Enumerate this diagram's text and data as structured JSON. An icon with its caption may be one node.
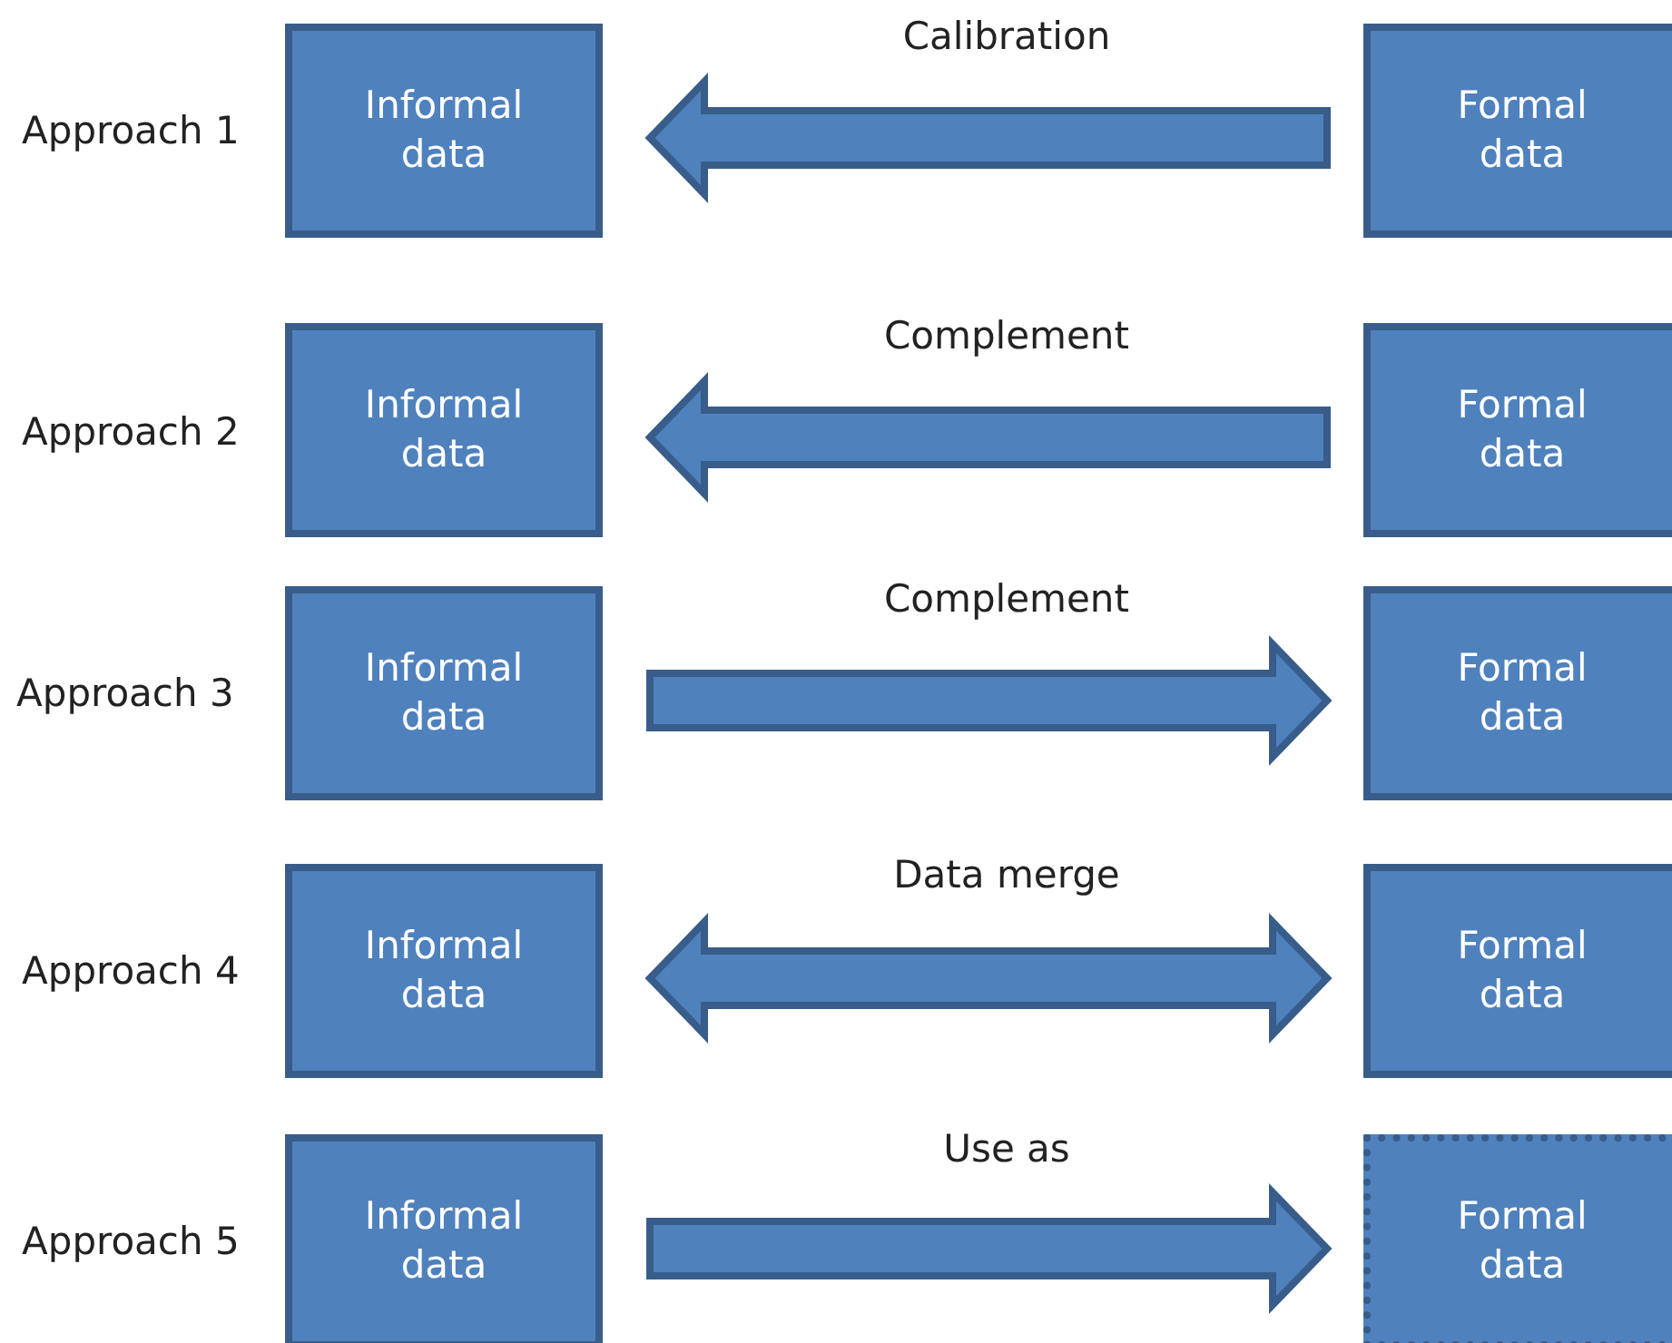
{
  "diagram": {
    "nodes": [
      {
        "text": [
          "Informal data"
        ]
      },
      {
        "text": [
          "Formal data"
        ]
      },
      {
        "text": [
          "Informal data"
        ]
      },
      {
        "text": [
          "Formal data"
        ]
      },
      {
        "text": [
          "Informal data"
        ]
      },
      {
        "text": [
          "Formal data"
        ]
      },
      {
        "text": [
          "Informal data"
        ]
      },
      {
        "text": [
          "Formal data"
        ]
      },
      {
        "text": [
          "Informal data"
        ]
      },
      {
        "text": [
          "Formal data"
        ]
      }
    ],
    "edges": [
      {
        "from": 1,
        "to": 0,
        "arrow": "to",
        "label": "Calibration"
      },
      {
        "from": 3,
        "to": 2,
        "arrow": "to",
        "label": "Complement"
      },
      {
        "from": 4,
        "to": 5,
        "arrow": "to",
        "label": "Complement"
      },
      {
        "from": 6,
        "to": 7,
        "arrow": "both",
        "label": "Data merge"
      },
      {
        "from": 8,
        "to": 9,
        "arrow": "to",
        "label": "Use as"
      }
    ],
    "labels": [
      "Approach 1",
      "Approach 2",
      "Approach 3",
      "Approach 4",
      "Approach 5"
    ]
  }
}
